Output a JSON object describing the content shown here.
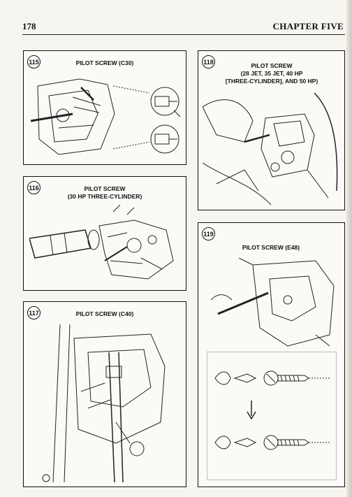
{
  "header": {
    "page_number": "178",
    "chapter": "CHAPTER FIVE"
  },
  "figures": [
    {
      "number": "115",
      "caption": [
        "PILOT SCREW (C30)"
      ]
    },
    {
      "number": "116",
      "caption": [
        "PILOT SCREW",
        "(30 HP THREE-CYLINDER)"
      ]
    },
    {
      "number": "117",
      "caption": [
        "PILOT SCREW (C40)"
      ]
    },
    {
      "number": "118",
      "caption": [
        "PILOT SCREW",
        "(28 JET, 35 JET, 40 HP",
        "[THREE-CYLINDER], AND 50 HP)"
      ]
    },
    {
      "number": "119",
      "caption": [
        "PILOT SCREW (E48)"
      ]
    }
  ]
}
